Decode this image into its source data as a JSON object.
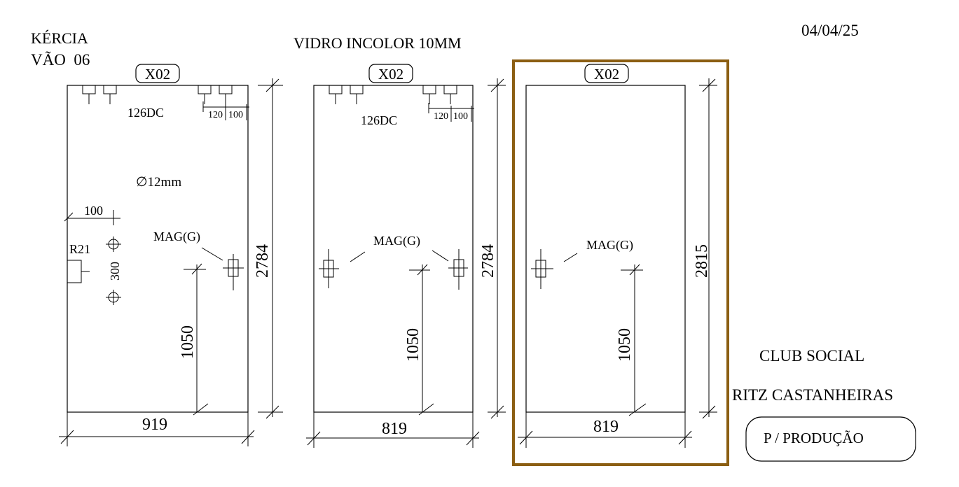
{
  "header": {
    "client": "KÉRCIA",
    "opening": "VÃO  06",
    "material": "VIDRO INCOLOR 10MM",
    "date": "04/04/25"
  },
  "footer": {
    "project_line1": "CLUB SOCIAL",
    "project_line2": "RITZ CASTANHEIRAS",
    "stamp": "P / PRODUÇÃO"
  },
  "panels": [
    {
      "code": "X02",
      "width": "919",
      "height": "2784",
      "handle_height": "1050",
      "hardware_code": "126DC",
      "dim_a": "120",
      "dim_b": "100",
      "hole_diameter": "∅12mm",
      "hole_offset": "100",
      "radius": "R21",
      "hole_spacing": "300",
      "lock": "MAG(G)"
    },
    {
      "code": "X02",
      "width": "819",
      "height": "2784",
      "handle_height": "1050",
      "hardware_code": "126DC",
      "dim_a": "120",
      "dim_b": "100",
      "lock": "MAG(G)"
    },
    {
      "code": "X02",
      "width": "819",
      "height": "2815",
      "handle_height": "1050",
      "lock": "MAG(G)"
    }
  ],
  "colors": {
    "highlight_frame": "#8B5E12",
    "ink": "#000000"
  }
}
